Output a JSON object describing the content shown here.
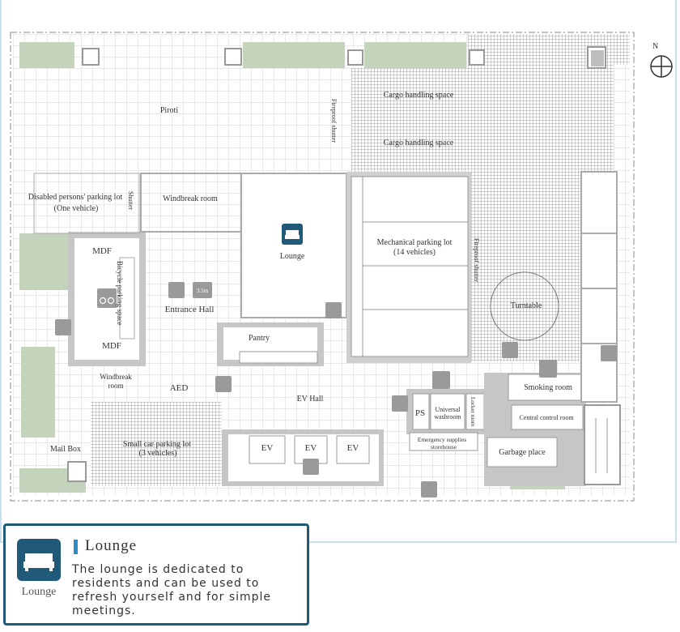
{
  "plan": {
    "compass": "N",
    "rooms": {
      "piroti": "Piroti",
      "fireproof_shutter_1": "Fireproof shutter",
      "fireproof_shutter_2": "Fireproof shutter",
      "cargo_1": "Cargo handling space",
      "cargo_2": "Cargo handling space",
      "disabled_parking": "Disabled persons' parking lot",
      "disabled_parking_sub": "(One vehicle)",
      "shutter": "Shutter",
      "windbreak_room": "Windbreak room",
      "lounge": "Lounge",
      "mech_parking": "Mechanical parking lot",
      "mech_parking_sub": "(14 vehicles)",
      "mdf_top": "MDF",
      "mdf_bottom": "MDF",
      "bicycle": "Bicycle parking space",
      "dimension": "3.5m",
      "entrance_hall": "Entrance Hall",
      "pantry": "Pantry",
      "turntable": "Turntable",
      "windbreak_room_2a": "Windbreak",
      "windbreak_room_2b": "room",
      "aed": "AED",
      "ev_hall": "EV Hall",
      "ps": "PS",
      "washroom_a": "Universal",
      "washroom_b": "washroom",
      "locker": "Locker room",
      "smoking": "Smoking room",
      "central_control": "Central control room",
      "mailbox": "Mail Box",
      "small_car_a": "Small car parking lot",
      "small_car_b": "(3 vehicles)",
      "ev1": "EV",
      "ev2": "EV",
      "ev3": "EV",
      "emergency_a": "Emergency supplies",
      "emergency_b": "storehouse",
      "garbage": "Garbage place"
    }
  },
  "info": {
    "icon_label": "Lounge",
    "title": "Lounge",
    "description": "The lounge is dedicated to residents and can be used to refresh yourself and for simple meetings."
  },
  "colors": {
    "accent": "#2a8fc0",
    "panel_border": "#215a78",
    "icon_bg": "#215a78",
    "green": "#c4d4bc",
    "wall": "#b5b5b5",
    "icon_gray": "#9a9a9a"
  },
  "icons": [
    "compass-icon",
    "sofa-icon",
    "lock-icon",
    "bicycle-icon",
    "bag-icon",
    "toilet-icon",
    "smoking-icon"
  ]
}
